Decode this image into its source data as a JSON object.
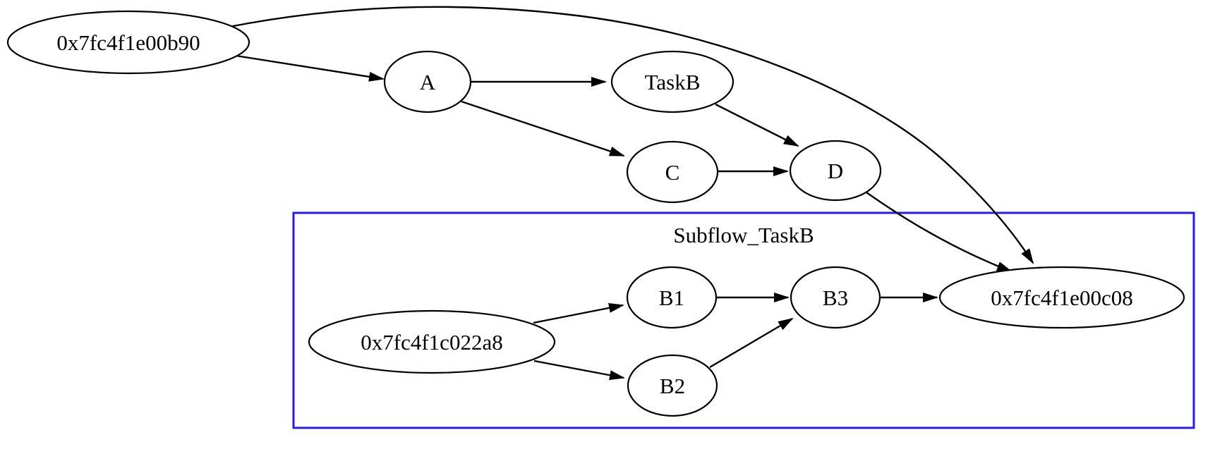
{
  "diagram": {
    "kind": "directed-flow-graph",
    "background_color": "#ffffff",
    "edge_color": "#000000",
    "node_border_color": "#000000",
    "text_color": "#000000",
    "cluster": {
      "label": "Subflow_TaskB",
      "border_color": "#2a1fd6"
    },
    "nodes": {
      "start_main": {
        "label": "0x7fc4f1e00b90"
      },
      "a": {
        "label": "A"
      },
      "taskb": {
        "label": "TaskB"
      },
      "c": {
        "label": "C"
      },
      "d": {
        "label": "D"
      },
      "sub_start": {
        "label": "0x7fc4f1c022a8"
      },
      "b1": {
        "label": "B1"
      },
      "b2": {
        "label": "B2"
      },
      "b3": {
        "label": "B3"
      },
      "end_main": {
        "label": "0x7fc4f1e00c08"
      }
    },
    "edges": [
      {
        "from": "0x7fc4f1e00b90",
        "to": "A"
      },
      {
        "from": "0x7fc4f1e00b90",
        "to": "0x7fc4f1e00c08"
      },
      {
        "from": "A",
        "to": "TaskB"
      },
      {
        "from": "A",
        "to": "C"
      },
      {
        "from": "TaskB",
        "to": "D"
      },
      {
        "from": "C",
        "to": "D"
      },
      {
        "from": "D",
        "to": "0x7fc4f1e00c08"
      },
      {
        "from": "0x7fc4f1c022a8",
        "to": "B1"
      },
      {
        "from": "0x7fc4f1c022a8",
        "to": "B2"
      },
      {
        "from": "B1",
        "to": "B3"
      },
      {
        "from": "B2",
        "to": "B3"
      },
      {
        "from": "B3",
        "to": "0x7fc4f1e00c08"
      }
    ]
  }
}
